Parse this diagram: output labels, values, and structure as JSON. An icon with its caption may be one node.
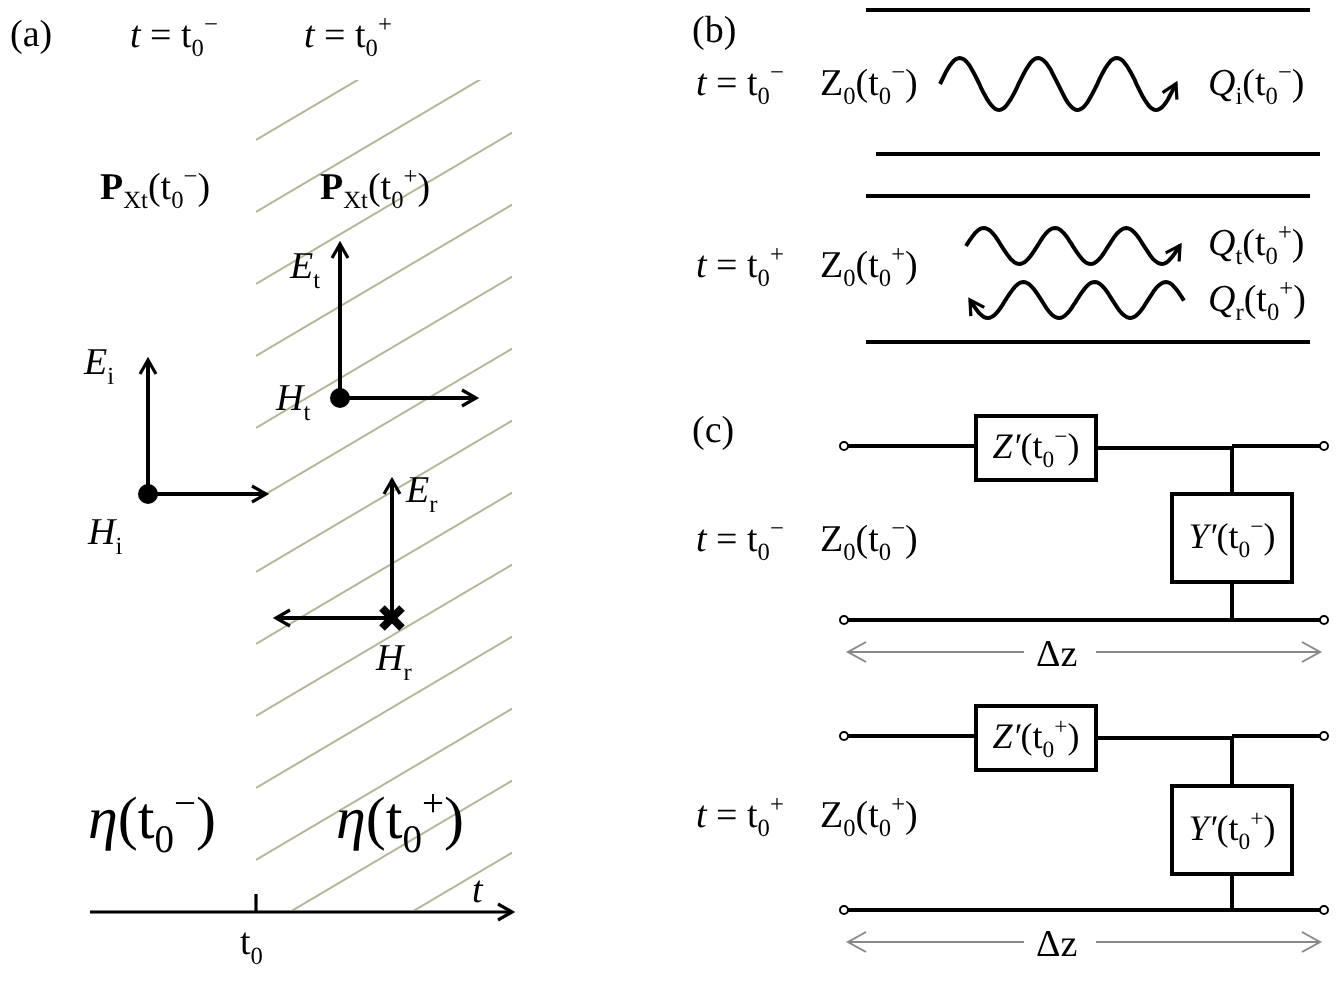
{
  "diagram": {
    "nodes": [
      {
        "text": [
          "*Z′*(t$_{0}$$^{−}$)"
        ]
      },
      {
        "text": [
          "*Y′*(t$_{0}$$^{−}$)"
        ]
      },
      {
        "text": [
          "*Z′*(t$_{0}$$^{+}$)"
        ]
      },
      {
        "text": [
          "*Y′*(t$_{0}$$^{+}$)"
        ]
      }
    ],
    "edges": [
      {
        "from": 0,
        "to": 1,
        "arrow": "none"
      },
      {
        "from": 2,
        "to": 3,
        "arrow": "none"
      }
    ],
    "labels": [
      "(a)",
      "*t* = t$_{0}$$^{−}$",
      "*t* = t$_{0}$$^{+}$",
      "(b)",
      "**P**$_{Xt}$(t$_{0}$$^{−}$)",
      "**P**$_{Xt}$(t$_{0}$$^{+}$)",
      "*t* = t$_{0}$$^{−}$",
      "Z$_{0}$(t$_{0}$$^{−}$)",
      "*Q*$_{i}$(t$_{0}$$^{−}$)",
      "*E*$_{t}$",
      "*t* = t$_{0}$$^{+}$",
      "Z$_{0}$(t$_{0}$$^{+}$)",
      "*Q*$_{t}$(t$_{0}$$^{+}$)",
      "*Q*$_{r}$(t$_{0}$$^{+}$)",
      "*E*$_{i}$",
      "*H*$_{t}$",
      "(c)",
      "*H*$_{i}$",
      "*E*$_{r}$",
      "*t* = t$_{0}$$^{−}$",
      "Z$_{0}$(t$_{0}$$^{−}$)",
      "*H*$_{r}$",
      "Δz",
      "*η*(t$_{0}$$^{−}$)",
      "*η*(t$_{0}$$^{+}$)",
      "*t* = t$_{0}$$^{+}$",
      "Z$_{0}$(t$_{0}$$^{+}$)",
      "Δz",
      "t$_{0}$",
      "*t*"
    ]
  }
}
